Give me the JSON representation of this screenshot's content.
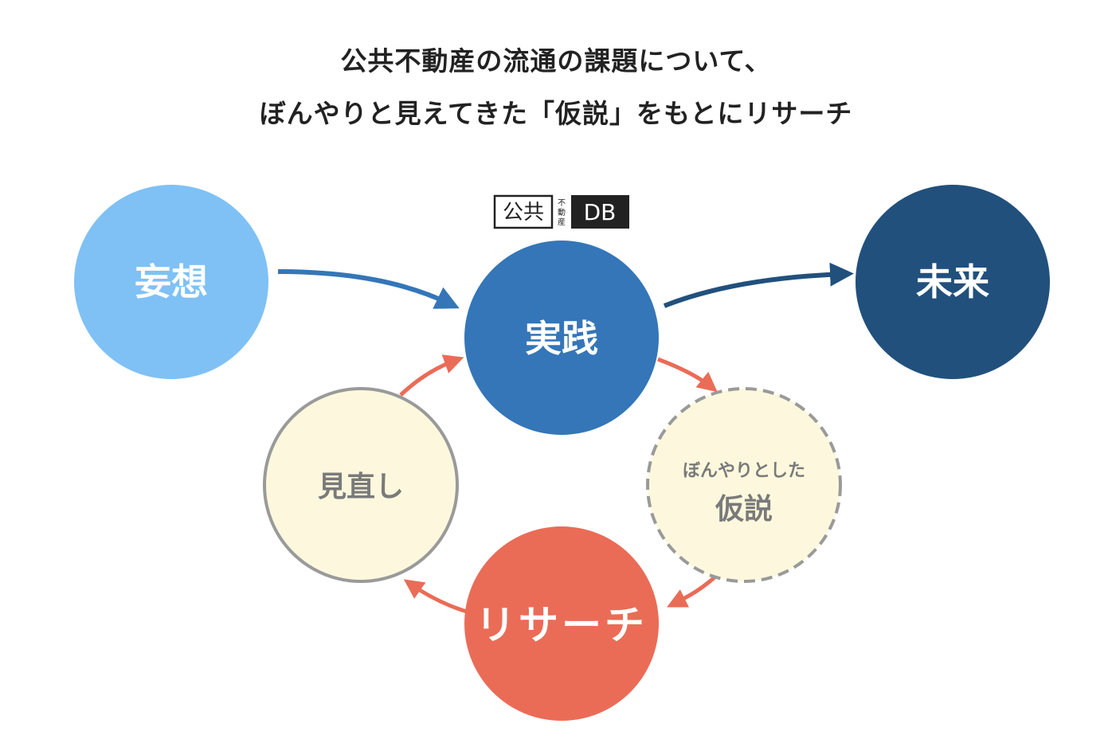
{
  "title": {
    "line1": "公共不動産の流通の課題について、",
    "line2": "ぼんやりと見えてきた「仮説」をもとにリサーチ"
  },
  "logo": {
    "left_text": "公共",
    "small_text_1": "不",
    "small_text_2": "動",
    "small_text_3": "産",
    "right_text": "DB"
  },
  "nodes": {
    "mousou": {
      "label": "妄想",
      "color": "#7fc1f5"
    },
    "jissen": {
      "label": "実践",
      "color": "#3476b8"
    },
    "mirai": {
      "label": "未来",
      "color": "#21507d"
    },
    "kasetsu": {
      "label_small": "ぼんやりとした",
      "label_large": "仮説",
      "color": "#fdf8dd"
    },
    "research": {
      "label": "リサーチ",
      "color": "#ea6c57"
    },
    "minaoshi": {
      "label": "見直し",
      "color": "#fdf8dd"
    }
  },
  "colors": {
    "arrow_blue": "#3476b8",
    "arrow_dark": "#21507d",
    "arrow_red": "#ea6c57",
    "pale_border": "#9a9a9a",
    "pale_text": "#7a7a7a"
  }
}
